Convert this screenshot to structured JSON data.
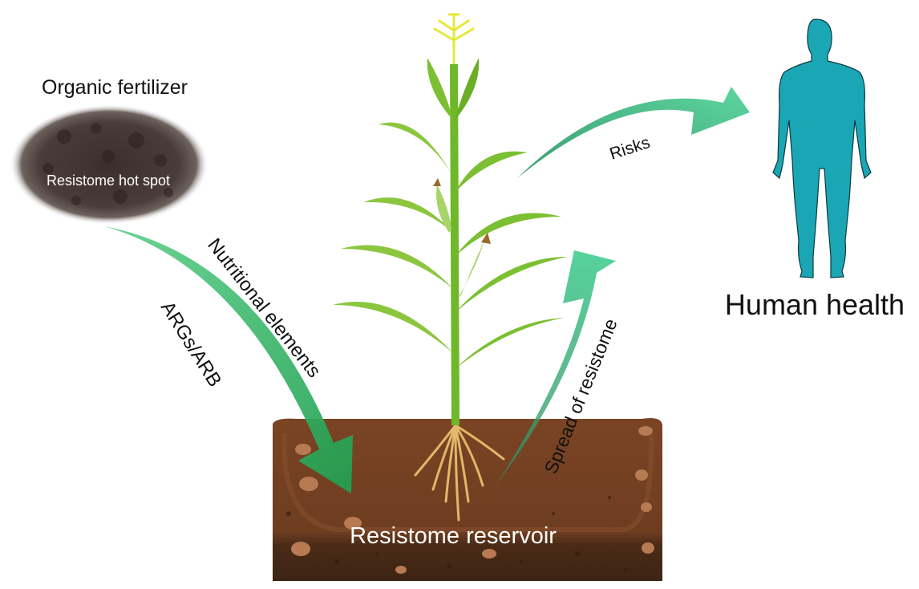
{
  "labels": {
    "organic_fertilizer": "Organic fertilizer",
    "resistome_hot_spot": "Resistome hot spot",
    "nutritional_elements": "Nutritional elements",
    "args_arb": "ARGs/ARB",
    "resistome_reservoir": "Resistome reservoir",
    "spread_of_resistome": "Spread of resistome",
    "risks": "Risks",
    "human_health": "Human health"
  },
  "colors": {
    "arrow_down": "#2fb360",
    "arrow_up": "#4fcf96",
    "arrow_risks": "#52c994",
    "human_figure": "#1aa6b4",
    "soil_top": "#7a4424",
    "soil_bottom": "#3d2414",
    "leaf_light": "#8cc63f",
    "leaf_dark": "#5fa321",
    "tassel": "#e4e83a",
    "roots": "#e2b86a"
  }
}
